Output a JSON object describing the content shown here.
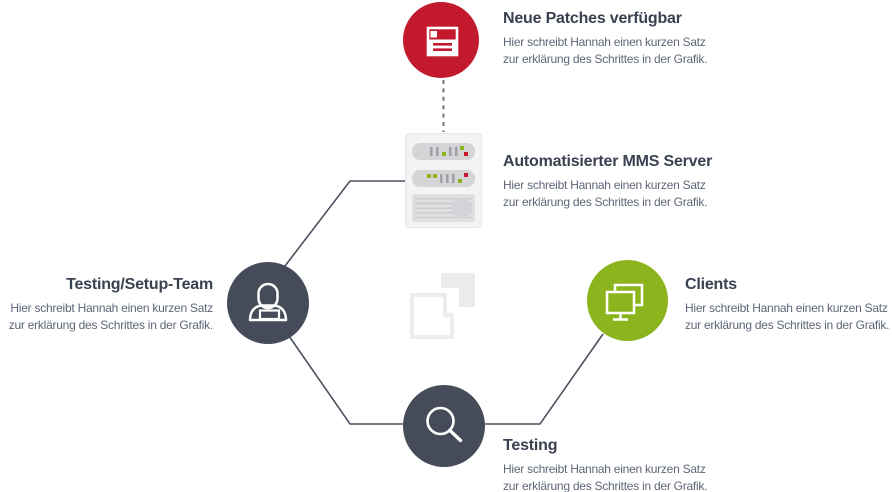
{
  "diagram": {
    "nodes": {
      "patches": {
        "title": "Neue Patches verfügbar",
        "desc1": "Hier schreibt Hannah einen kurzen Satz",
        "desc2": "zur erklärung des Schrittes in der Grafik."
      },
      "server": {
        "title": "Automatisierter MMS Server",
        "desc1": "Hier schreibt Hannah einen kurzen Satz",
        "desc2": "zur erklärung des Schrittes in der Grafik."
      },
      "team": {
        "title": "Testing/Setup-Team",
        "desc1": "Hier schreibt Hannah einen kurzen Satz",
        "desc2": "zur erklärung des Schrittes in der Grafik."
      },
      "clients": {
        "title": "Clients",
        "desc1": "Hier schreibt Hannah einen kurzen Satz",
        "desc2": "zur erklärung des Schrittes in der Grafik."
      },
      "testing": {
        "title": "Testing",
        "desc1": "Hier schreibt Hannah einen kurzen Satz",
        "desc2": "zur erklärung des Schrittes in der Grafik."
      }
    },
    "icons": {
      "patches": "browser-window-icon",
      "server": "server-rack-illustration",
      "team": "user-icon",
      "clients": "dual-monitor-icon",
      "testing": "magnifier-icon",
      "center": "logo-watermark-icon"
    },
    "colors": {
      "red": "#c2192d",
      "green": "#8cb41d",
      "dark_slate": "#454b58",
      "title": "#3a4150",
      "body": "#5e6678",
      "line": "#4a5160",
      "dash": "#6d7480",
      "logo": "#ececee"
    }
  }
}
